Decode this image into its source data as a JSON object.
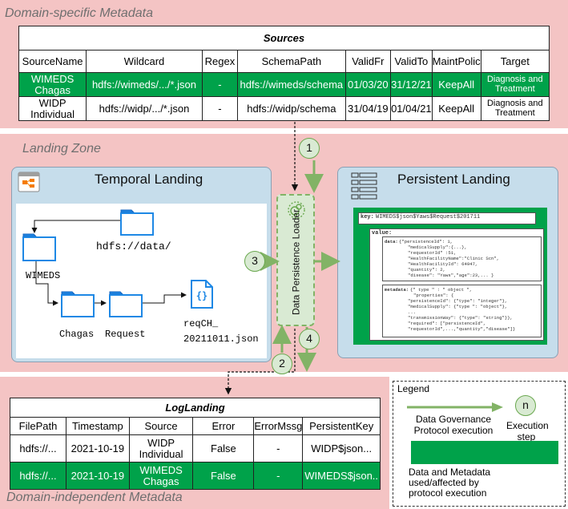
{
  "bands": {
    "top_title": "Domain-specific Metadata",
    "middle_title": "Landing Zone",
    "bottom_title": "Domain-independent Metadata"
  },
  "sources": {
    "title": "Sources",
    "headers": [
      "SourceName",
      "Wildcard",
      "Regex",
      "SchemaPath",
      "ValidFr",
      "ValidTo",
      "MaintPolic",
      "Target"
    ],
    "rows": [
      {
        "highlight": true,
        "cells": [
          "WIMEDS Chagas",
          "hdfs://wimeds/.../*.json",
          "-",
          "hdfs://wimeds/schema",
          "01/03/20",
          "31/12/21",
          "KeepAll",
          "Diagnosis and Treatment"
        ]
      },
      {
        "highlight": false,
        "cells": [
          "WIDP Individual",
          "hdfs://widp/.../*.json",
          "-",
          "hdfs://widp/schema",
          "31/04/19",
          "01/04/21",
          "KeepAll",
          "Diagnosis and Treatment"
        ]
      }
    ]
  },
  "temporal": {
    "title": "Temporal Landing",
    "root": "hdfs://data/",
    "folder1": "WIMEDS",
    "folder2": "Chagas",
    "folder3": "Request",
    "file_line1": "reqCH_",
    "file_line2": "20211011.json",
    "file_glyph": "{}"
  },
  "loader": {
    "label": "Data Persistence Loader"
  },
  "persistent": {
    "title": "Persistent Landing",
    "key_label": "key:",
    "key_value": "WIMEDS$json$Yaws$Request$201711",
    "value_label": "value:",
    "data_label": "data:",
    "data_lines": [
      "{\"persistenceId\": 1,",
      "\"medicalSupply\":{...},",
      "\"requestorId\" :51,",
      "\"HealthFacilityName\":\"Clinic Scn\",",
      "\"HealthFacilityId\": 64947,",
      "\"quantity\": 2,",
      "\"disease\": \"Yaws\",\"age\":23,... }"
    ],
    "metadata_label": "metadata:",
    "metadata_lines": [
      "{\" type \" : \" object \",",
      "\"properties\": {",
      "\"persistenceId\": {\"type\": \"integer\"},",
      "\"medicalSupply\": {\"type \": \"object\"},",
      "...",
      "\"transmissionWay\": {\"type\": \"string\"}},",
      "\"required\": [\"persistenceId\",",
      "\"requestorId\",...,\"quantity\",\"disease\"]}"
    ]
  },
  "steps": [
    "1",
    "2",
    "3",
    "4"
  ],
  "loglanding": {
    "title": "LogLanding",
    "headers": [
      "FilePath",
      "Timestamp",
      "Source",
      "Error",
      "ErrorMssg",
      "PersistentKey"
    ],
    "rows": [
      {
        "highlight": false,
        "cells": [
          "hdfs://...",
          "2021-10-19",
          "WIDP Individual",
          "False",
          "-",
          "WIDP$json..."
        ]
      },
      {
        "highlight": true,
        "cells": [
          "hdfs://...",
          "2021-10-19",
          "WIMEDS Chagas",
          "False",
          "-",
          "WIMEDS$json.."
        ]
      }
    ]
  },
  "legend": {
    "title": "Legend",
    "arrow_text": "Data Governance Protocol execution",
    "circle_glyph": "n",
    "circle_text": "Execution step",
    "green_text": "Data and Metadata used/affected by protocol execution"
  },
  "colors": {
    "band": "#f4c4c4",
    "green": "#00a24a",
    "arrow_green": "#82b366",
    "box_blue": "#c6ddeb",
    "folder_blue": "#1e88e5"
  }
}
